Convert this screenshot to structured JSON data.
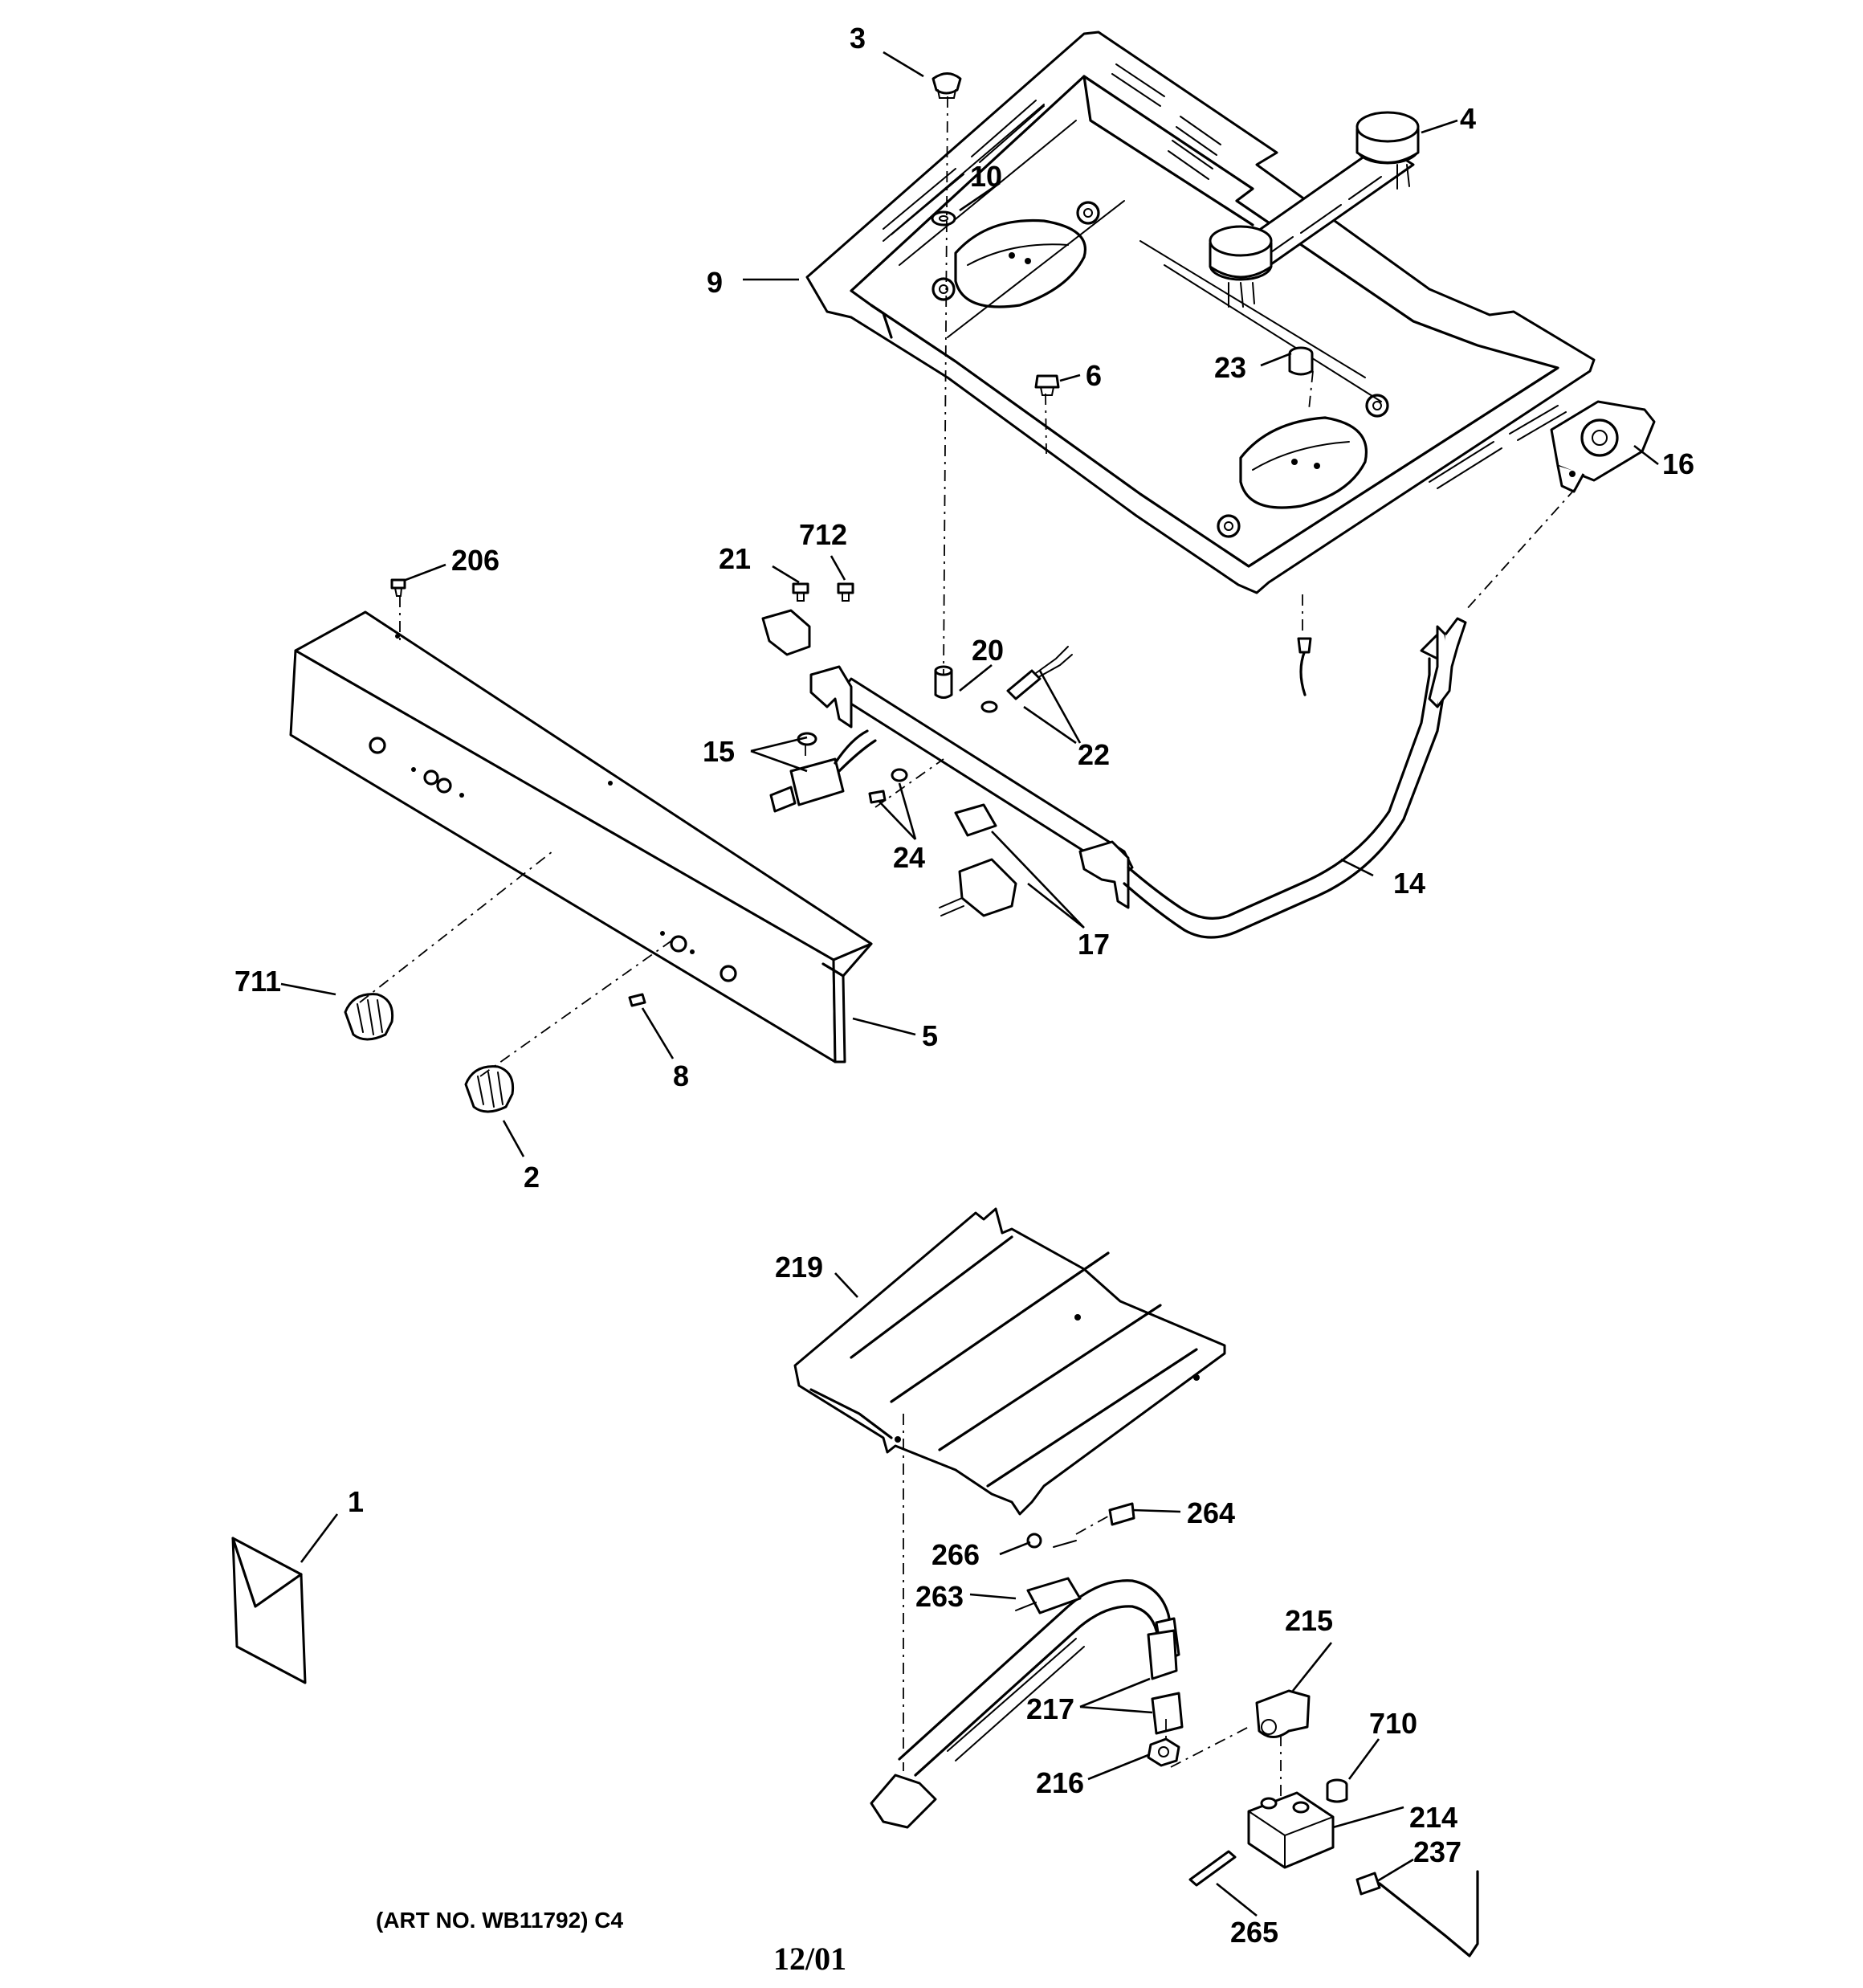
{
  "callouts": [
    {
      "id": "3",
      "label": "3"
    },
    {
      "id": "4",
      "label": "4"
    },
    {
      "id": "10",
      "label": "10"
    },
    {
      "id": "9",
      "label": "9"
    },
    {
      "id": "23",
      "label": "23"
    },
    {
      "id": "6",
      "label": "6"
    },
    {
      "id": "16",
      "label": "16"
    },
    {
      "id": "206",
      "label": "206"
    },
    {
      "id": "712",
      "label": "712"
    },
    {
      "id": "21",
      "label": "21"
    },
    {
      "id": "20",
      "label": "20"
    },
    {
      "id": "22",
      "label": "22"
    },
    {
      "id": "15",
      "label": "15"
    },
    {
      "id": "24",
      "label": "24"
    },
    {
      "id": "14",
      "label": "14"
    },
    {
      "id": "17",
      "label": "17"
    },
    {
      "id": "711",
      "label": "711"
    },
    {
      "id": "5",
      "label": "5"
    },
    {
      "id": "8",
      "label": "8"
    },
    {
      "id": "2",
      "label": "2"
    },
    {
      "id": "219",
      "label": "219"
    },
    {
      "id": "1",
      "label": "1"
    },
    {
      "id": "264",
      "label": "264"
    },
    {
      "id": "266",
      "label": "266"
    },
    {
      "id": "263",
      "label": "263"
    },
    {
      "id": "215",
      "label": "215"
    },
    {
      "id": "217",
      "label": "217"
    },
    {
      "id": "710",
      "label": "710"
    },
    {
      "id": "216",
      "label": "216"
    },
    {
      "id": "214",
      "label": "214"
    },
    {
      "id": "237",
      "label": "237"
    },
    {
      "id": "265",
      "label": "265"
    }
  ],
  "footer": {
    "art_number": "(ART NO. WB11792) C4",
    "date": "12/01"
  }
}
